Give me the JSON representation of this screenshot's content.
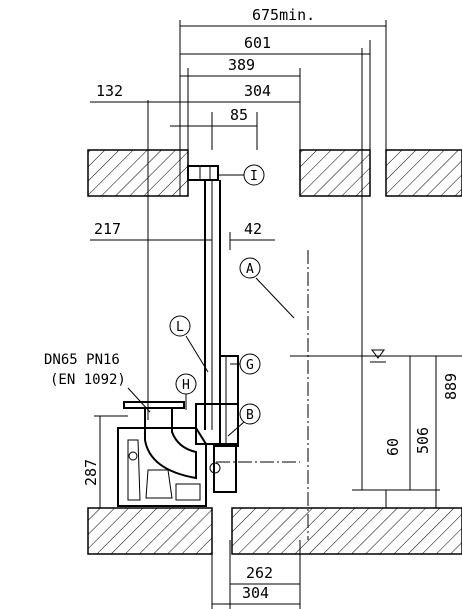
{
  "dimensions": {
    "d675": "675min.",
    "d601": "601",
    "d389": "389",
    "d304_top": "304",
    "d85": "85",
    "d132": "132",
    "d217": "217",
    "d42": "42",
    "d889": "889",
    "d506": "506",
    "d60": "60",
    "d287": "287",
    "d262": "262",
    "d304_bottom": "304"
  },
  "labels": {
    "flange_line1": "DN65 PN16",
    "flange_line2": "(EN 1092)"
  },
  "callouts": {
    "I": "I",
    "A": "A",
    "L": "L",
    "G": "G",
    "H": "H",
    "B": "B"
  }
}
